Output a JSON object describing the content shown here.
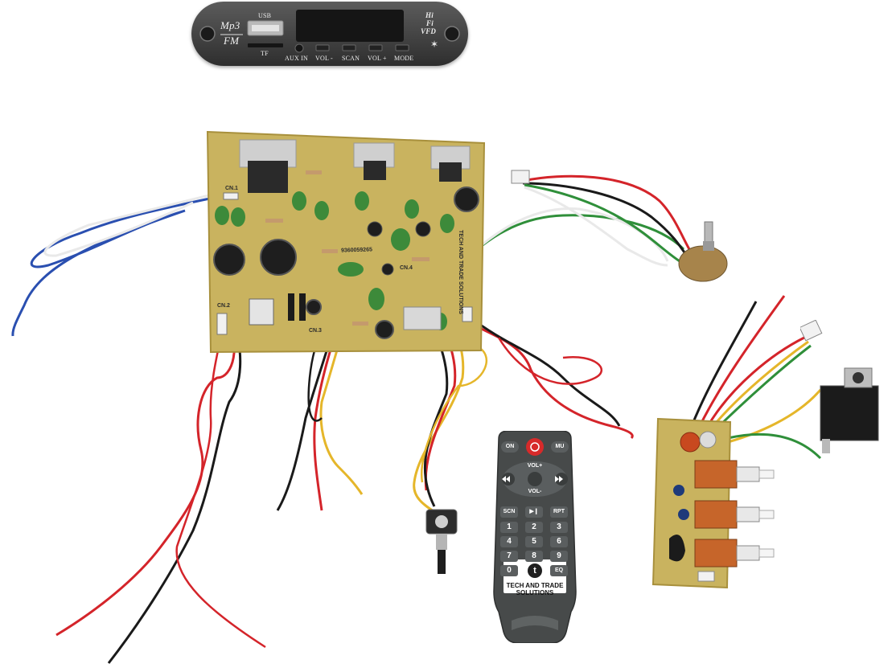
{
  "photo": {
    "mp3_module": {
      "brand_top": "Mp3",
      "brand_bottom": "FM",
      "usb_label": "USB",
      "tf_label": "TF",
      "hifi_lines": [
        "Hi",
        "Fi",
        "VFD"
      ],
      "buttons": [
        "AUX IN",
        "VOL -",
        "SCAN",
        "VOL +",
        "MODE"
      ]
    },
    "amplifier_board": {
      "silkscreen": {
        "cn1": "CN.1",
        "cn2": "CN.2",
        "cn3": "CN.3",
        "cn4": "CN.4",
        "brand_vertical": "TECH AND TRADE SOLUTIONS",
        "phone": "9360059265"
      }
    },
    "remote": {
      "row1": [
        "ON",
        "",
        "MU"
      ],
      "vol_up": "VOL+",
      "vol_down": "VOL-",
      "row3": [
        "SCN",
        "",
        "RPT"
      ],
      "keypad": [
        "1",
        "2",
        "3",
        "4",
        "5",
        "6",
        "7",
        "8",
        "9",
        "0",
        "",
        "EQ"
      ],
      "brand_lines": [
        "TECH AND TRADE",
        "SOLUTIONS"
      ]
    },
    "colors": {
      "pcb": "#c9b35f",
      "pcb_dark": "#a8903c",
      "remote_body": "#474a4a",
      "remote_key": "#5a5e5f",
      "wire_red": "#d4242a",
      "wire_black": "#1a1a1a",
      "wire_yellow": "#e5b62a",
      "wire_blue": "#2a4fb0",
      "wire_green": "#2f8f3a"
    }
  }
}
